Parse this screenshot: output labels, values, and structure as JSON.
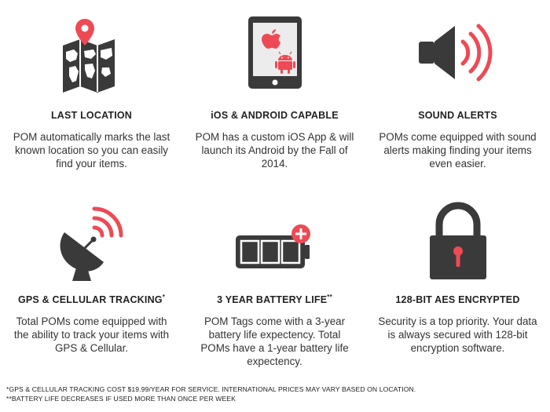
{
  "features": [
    {
      "icon": "map-pin-icon",
      "title": "LAST LOCATION",
      "marker": "",
      "description": "POM automatically marks the last known location so you can easily find your items."
    },
    {
      "icon": "tablet-apple-android-icon",
      "title": "iOS & ANDROID CAPABLE",
      "marker": "",
      "description": "POM has a custom iOS App & will launch its Android by the Fall of 2014."
    },
    {
      "icon": "speaker-icon",
      "title": "SOUND ALERTS",
      "marker": "",
      "description": "POMs come equipped with sound alerts making finding your items even easier."
    },
    {
      "icon": "satellite-dish-icon",
      "title": "GPS & CELLULAR TRACKING",
      "marker": "*",
      "description": "Total POMs come equipped with the ability to track your items with GPS & Cellular."
    },
    {
      "icon": "battery-icon",
      "title": "3 YEAR BATTERY LIFE",
      "marker": "**",
      "description": "POM Tags come with a 3-year battery life expectency. Total POMs have a 1-year battery life expectency."
    },
    {
      "icon": "padlock-icon",
      "title": "128-BIT AES ENCRYPTED",
      "marker": "",
      "description": "Security is a top priority. Your data is always secured with 128-bit encryption software."
    }
  ],
  "footnotes": [
    "*GPS & CELLULAR TRACKING COST $19.99/YEAR FOR SERVICE. INTERNATIONAL PRICES MAY VARY BASED ON LOCATION.",
    "**BATTERY LIFE DECREASES IF USED MORE THAN ONCE PER WEEK"
  ],
  "colors": {
    "icon_dark": "#3a3a3a",
    "accent_red": "#ee4a55",
    "text": "#333333"
  }
}
